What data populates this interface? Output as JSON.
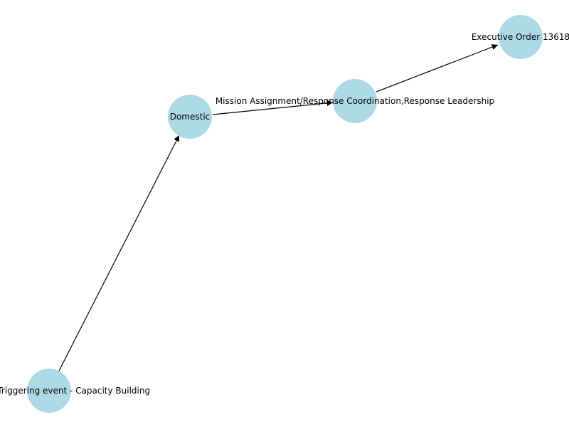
{
  "diagram": {
    "colors": {
      "node_fill": "#add8e6",
      "edge": "#000000",
      "label": "#000000",
      "background": "#ffffff"
    },
    "nodes": [
      {
        "id": "n1",
        "label": "Disaster or Triggering event - Capacity Building"
      },
      {
        "id": "n2",
        "label": "Domestic"
      },
      {
        "id": "n3",
        "label": "Mission Assignment/Response Coordination,Response Leadership"
      },
      {
        "id": "n4",
        "label": "Executive Order 13618"
      }
    ],
    "edges": [
      {
        "from": "n1",
        "to": "n2"
      },
      {
        "from": "n2",
        "to": "n3"
      },
      {
        "from": "n3",
        "to": "n4"
      }
    ]
  }
}
